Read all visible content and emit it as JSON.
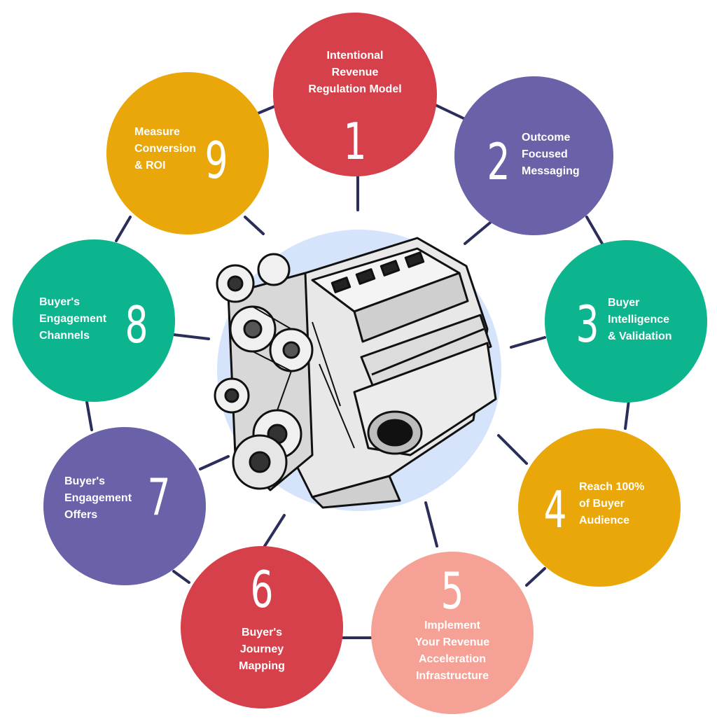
{
  "diagram": {
    "ring_color": "#2b2d5a",
    "hub_color": "#d6e4fb",
    "center_icon": "engine-icon",
    "steps": [
      {
        "number": "1",
        "label": "Intentional\nRevenue\nRegulation Model",
        "color": "#d5404a"
      },
      {
        "number": "2",
        "label": "Outcome\nFocused\nMessaging",
        "color": "#6a62a8"
      },
      {
        "number": "3",
        "label": "Buyer\nIntelligence\n& Validation",
        "color": "#0cb58e"
      },
      {
        "number": "4",
        "label": "Reach 100%\nof Buyer\nAudience",
        "color": "#eaa709"
      },
      {
        "number": "5",
        "label": "Implement\nYour Revenue\nAcceleration\nInfrastructure",
        "color": "#f6a196"
      },
      {
        "number": "6",
        "label": "Buyer's\nJourney\nMapping",
        "color": "#d5404a"
      },
      {
        "number": "7",
        "label": "Buyer's\nEngagement\nOffers",
        "color": "#6a62a8"
      },
      {
        "number": "8",
        "label": "Buyer's\nEngagement\nChannels",
        "color": "#0cb58e"
      },
      {
        "number": "9",
        "label": "Measure\nConversion\n& ROI",
        "color": "#eaa709"
      }
    ]
  }
}
